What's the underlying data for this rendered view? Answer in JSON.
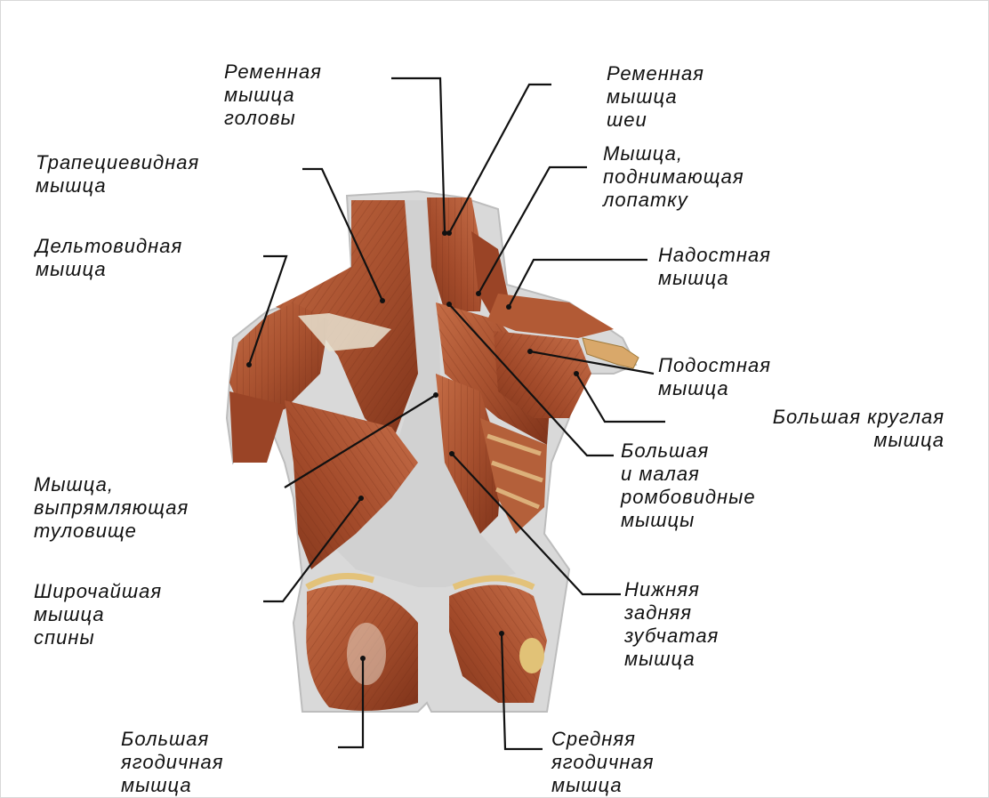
{
  "labels": {
    "splenius_capitis": [
      "Ременная",
      "мышца",
      "головы"
    ],
    "splenius_cervicis": [
      "Ременная",
      "мышца",
      "шеи"
    ],
    "trapezius": [
      "Трапециевидная",
      "мышца"
    ],
    "levator_scapulae": [
      "Мышца,",
      "поднимающая",
      "лопатку"
    ],
    "deltoid": [
      "Дельтовидная",
      "мышца"
    ],
    "supraspinatus": [
      "Надостная",
      "мышца"
    ],
    "infraspinatus": [
      "Подостная",
      "мышца"
    ],
    "teres_major": [
      "Большая  круглая",
      "мышца"
    ],
    "rhomboids": [
      "Большая",
      "и  малая",
      "ромбовидные",
      "мышцы"
    ],
    "erector_spinae": [
      "Мышца,",
      "выпрямляющая",
      "туловище"
    ],
    "latissimus_dorsi": [
      "Широчайшая",
      "мышца",
      "спины"
    ],
    "serratus_posterior_inferior": [
      "Нижняя",
      "задняя",
      "зубчатая",
      "мышца"
    ],
    "gluteus_maximus": [
      "Большая",
      "ягодичная",
      "мышца"
    ],
    "gluteus_medius": [
      "Средняя",
      "ягодичная",
      "мышца"
    ]
  },
  "colors": {
    "muscle": "#a8512f",
    "muscle_dark": "#7e3219",
    "muscle_light": "#c8704a",
    "tendon": "#dcdcdc",
    "leader_line": "#111111"
  }
}
